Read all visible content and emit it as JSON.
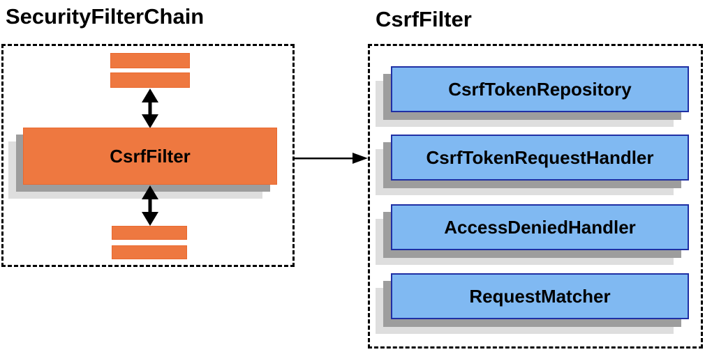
{
  "left_panel": {
    "title": "SecurityFilterChain",
    "filter_label": "CsrfFilter"
  },
  "right_panel": {
    "title": "CsrfFilter",
    "components": [
      {
        "label": "CsrfTokenRepository"
      },
      {
        "label": "CsrfTokenRequestHandler"
      },
      {
        "label": "AccessDeniedHandler"
      },
      {
        "label": "RequestMatcher"
      }
    ]
  },
  "icons": {
    "bidirectional_arrow": "↕",
    "flow_arrow": "→"
  },
  "colors": {
    "orange_fill": "#EE7840",
    "orange_border": "#E9692F",
    "blue_fill": "#80B9F2",
    "blue_border": "#1F2FA4",
    "shadow_mid": "#9D9D9D",
    "shadow_light": "#DEDEDE",
    "dashed_border": "#000000",
    "text": "#000000",
    "background": "#FFFFFF"
  }
}
